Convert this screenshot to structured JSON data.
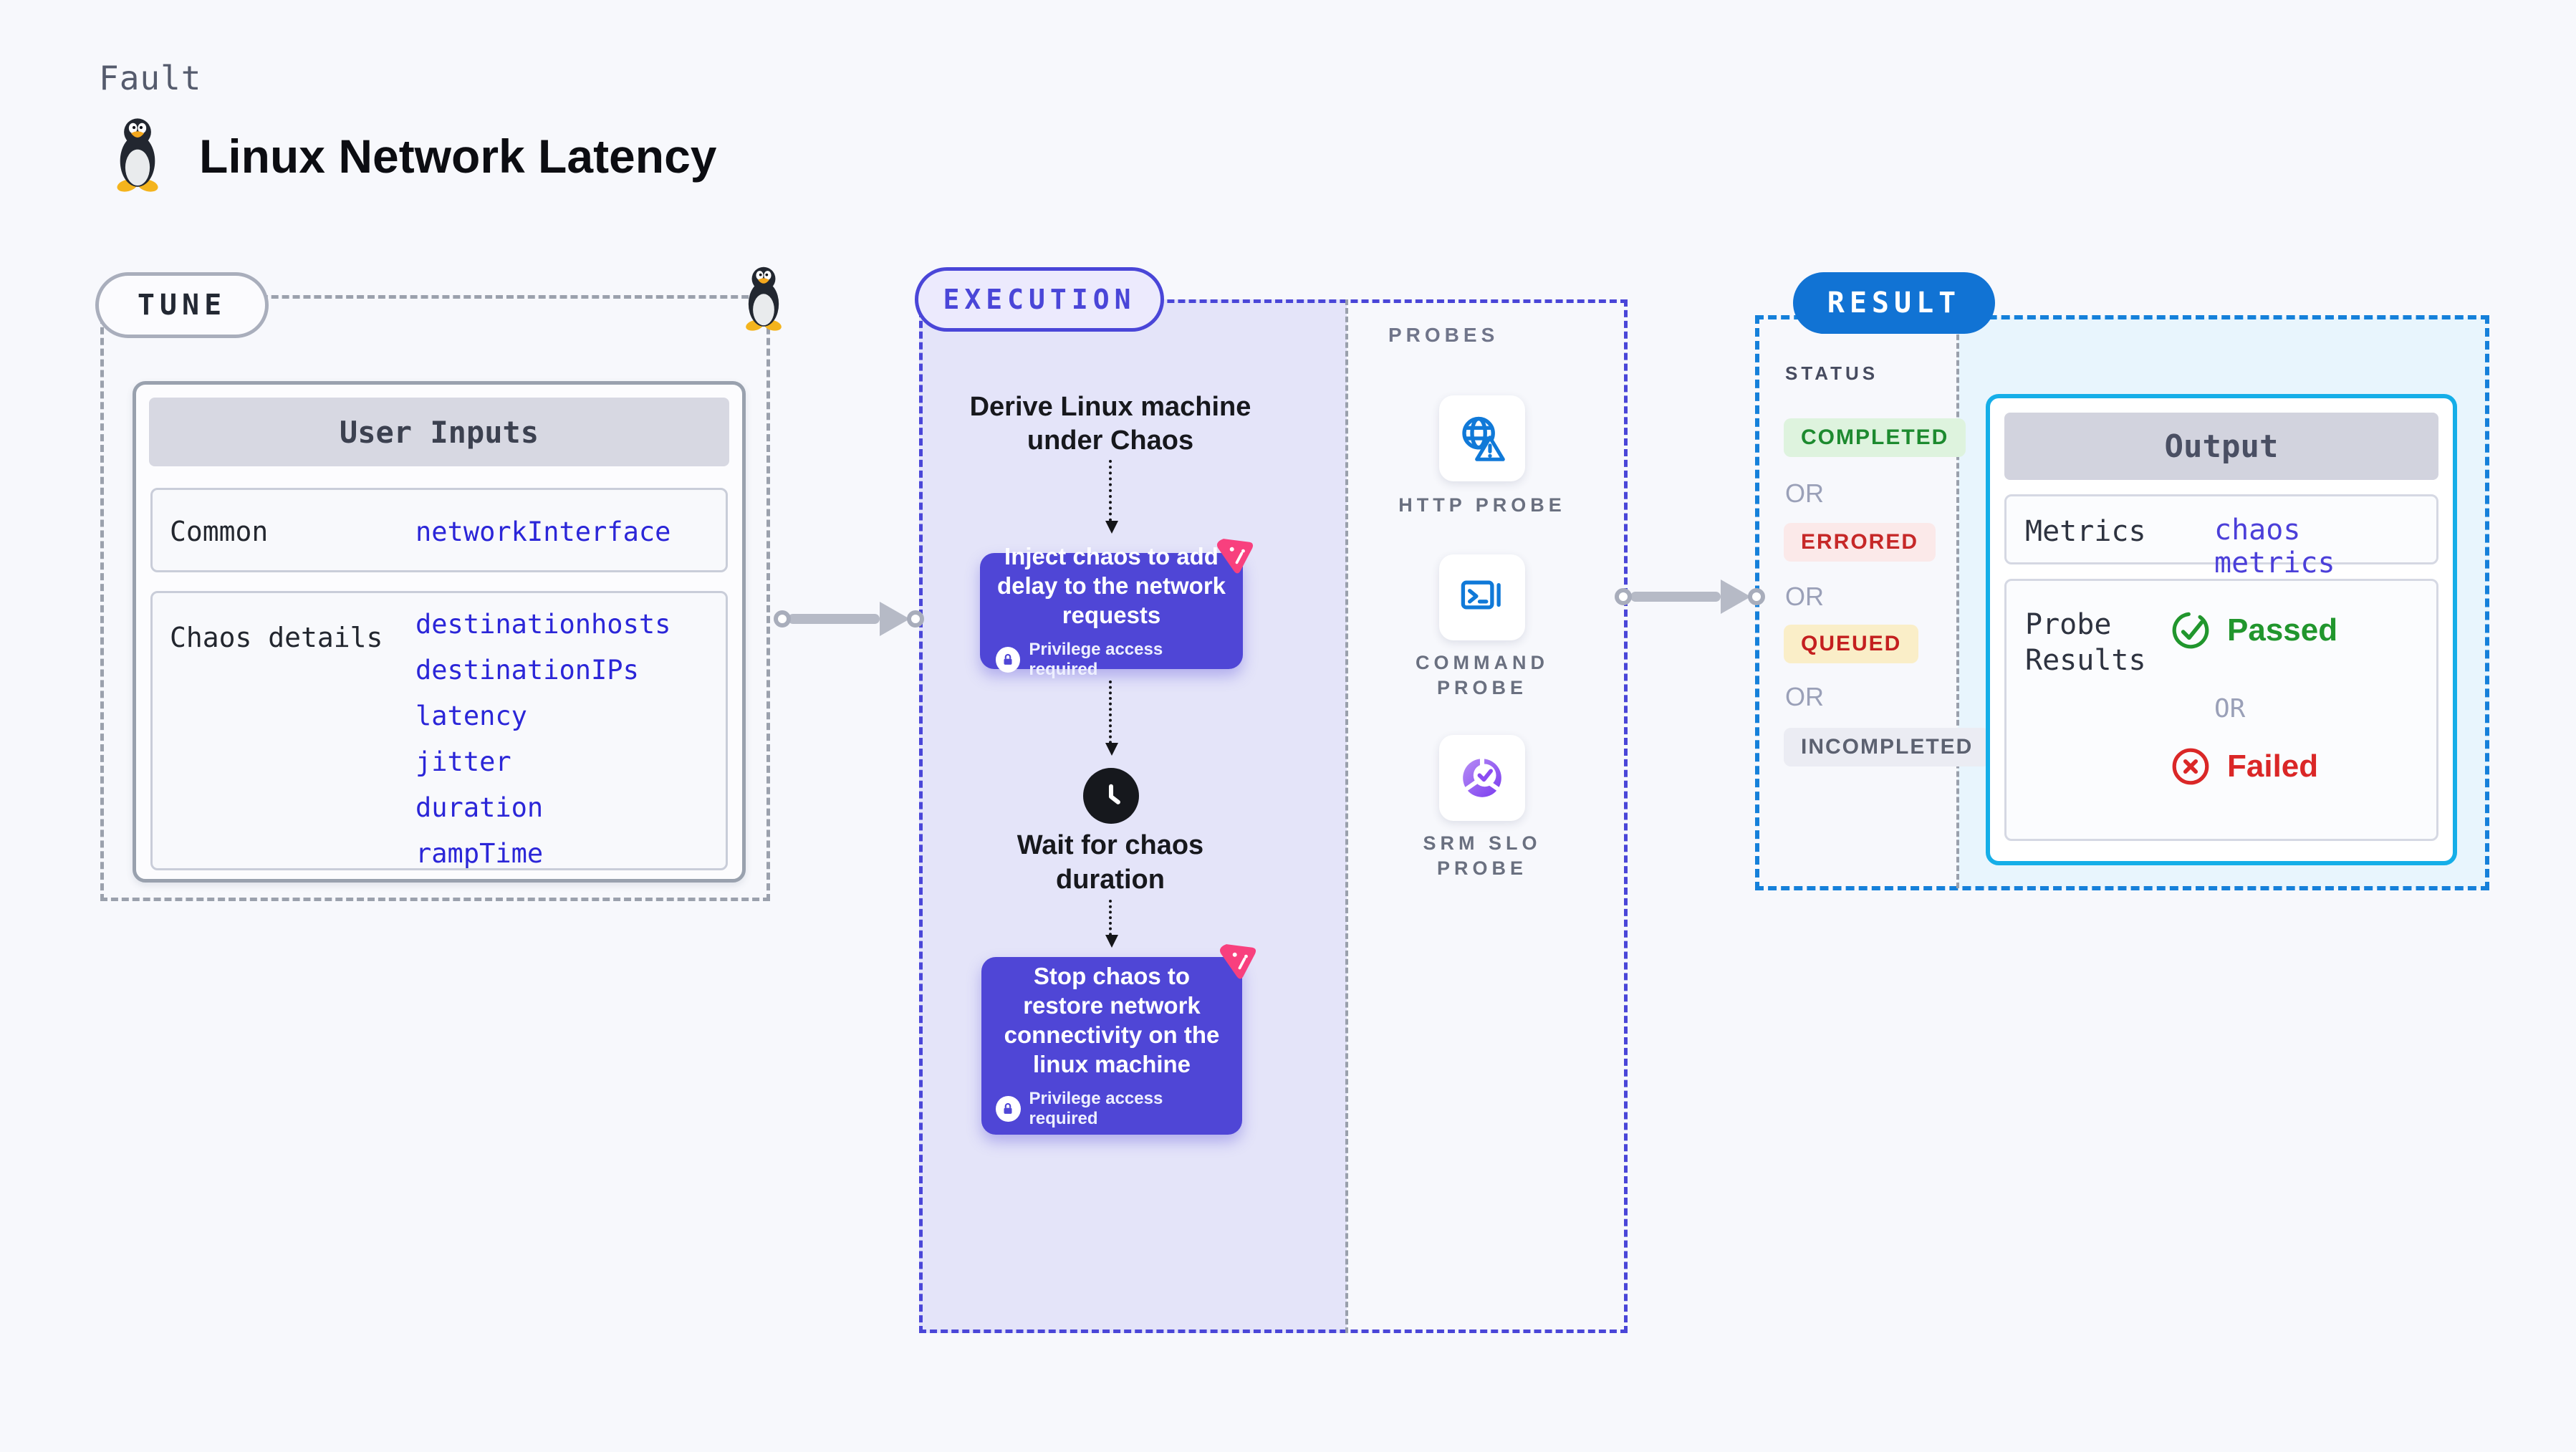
{
  "header": {
    "kicker": "Fault",
    "title": "Linux Network Latency"
  },
  "tune": {
    "pill": "TUNE",
    "card_title": "User Inputs",
    "rows": [
      {
        "label": "Common",
        "values": [
          "networkInterface"
        ]
      },
      {
        "label": "Chaos details",
        "values": [
          "destinationhosts",
          "destinationIPs",
          "latency",
          "jitter",
          "duration",
          "rampTime"
        ]
      }
    ]
  },
  "execution": {
    "pill": "EXECUTION",
    "derive_step": "Derive Linux machine under Chaos",
    "inject": {
      "title": "Inject chaos to add delay to the network requests",
      "badge": "Privilege access required"
    },
    "wait_step": "Wait for chaos duration",
    "stop": {
      "title": "Stop chaos to restore network connectivity on the linux machine",
      "badge": "Privilege access required"
    },
    "probes": {
      "heading": "PROBES",
      "items": [
        {
          "label": "HTTP PROBE",
          "icon": "globe-warning-icon"
        },
        {
          "label": "COMMAND PROBE",
          "icon": "terminal-icon"
        },
        {
          "label": "SRM SLO PROBE",
          "icon": "slo-pie-icon"
        }
      ]
    }
  },
  "result": {
    "pill": "RESULT",
    "status_heading": "STATUS",
    "or": "OR",
    "statuses": [
      "COMPLETED",
      "ERRORED",
      "QUEUED",
      "INCOMPLETED"
    ],
    "output": {
      "title": "Output",
      "metrics_label": "Metrics",
      "metrics_value": "chaos metrics",
      "probe_label": "Probe Results",
      "passed": "Passed",
      "failed": "Failed"
    }
  },
  "colors": {
    "page_bg": "#f7f8fc",
    "indigo_border": "#4a46d8",
    "indigo_panel": "#e4e4f9",
    "chaos_card": "#4f46d6",
    "pink_accent": "#f8407e",
    "result_blue": "#1173d4",
    "result_dash": "#1580da",
    "output_border": "#15aee8",
    "output_fill": "#e8f5fd",
    "value_blue": "#2b26d8",
    "metrics_blue": "#4b3fd9",
    "green": "#1d8a2f",
    "red": "#c62828",
    "probe_icon_blue": "#1079d8",
    "slo_purple": "#7a3bef"
  }
}
